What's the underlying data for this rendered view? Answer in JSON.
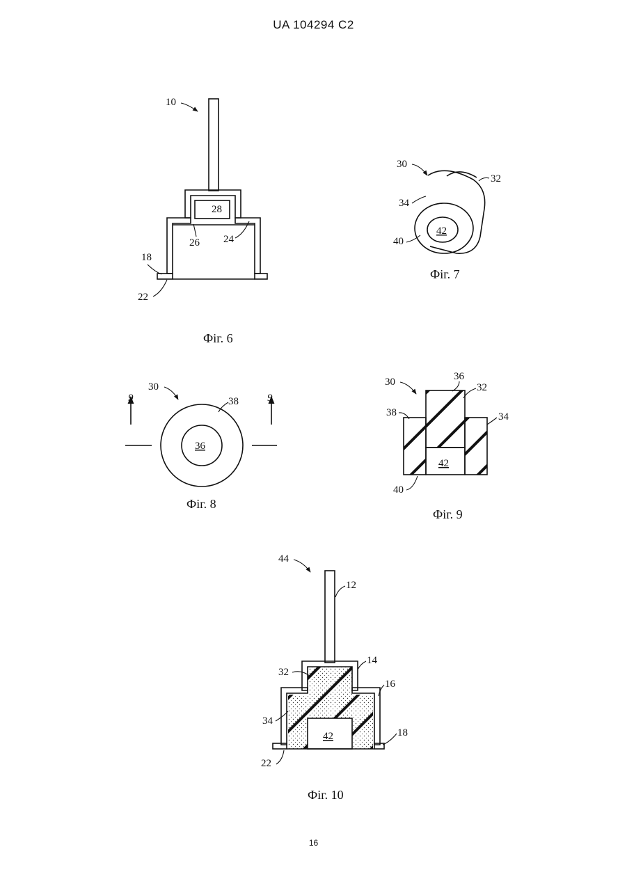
{
  "header": {
    "text": "UA   104294   C2"
  },
  "page_number": "16",
  "fig6": {
    "caption": "Фіг. 6",
    "labels": {
      "l10": "10",
      "l28": "28",
      "l26": "26",
      "l24": "24",
      "l18": "18",
      "l22": "22"
    }
  },
  "fig7": {
    "caption": "Фіг. 7",
    "labels": {
      "l30": "30",
      "l32": "32",
      "l34": "34",
      "l42": "42",
      "l40": "40"
    }
  },
  "fig8": {
    "caption": "Фіг. 8",
    "labels": {
      "l30": "30",
      "l38": "38",
      "l36": "36",
      "l9a": "9",
      "l9b": "9"
    }
  },
  "fig9": {
    "caption": "Фіг. 9",
    "labels": {
      "l30": "30",
      "l36": "36",
      "l32": "32",
      "l38": "38",
      "l34": "34",
      "l42": "42",
      "l40": "40"
    }
  },
  "fig10": {
    "caption": "Фіг. 10",
    "labels": {
      "l44": "44",
      "l12": "12",
      "l14": "14",
      "l32": "32",
      "l16": "16",
      "l34": "34",
      "l42": "42",
      "l18": "18",
      "l22": "22"
    }
  }
}
